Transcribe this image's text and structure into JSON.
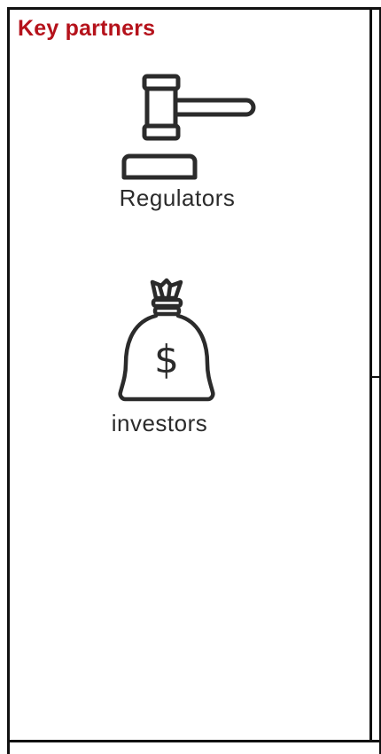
{
  "section": {
    "title": "Key partners",
    "title_color": "#b5121b"
  },
  "partners": [
    {
      "label": "Regulators",
      "icon": "gavel-icon"
    },
    {
      "label": "investors",
      "icon": "money-bag-icon"
    }
  ],
  "colors": {
    "border": "#111111",
    "icon_stroke": "#2b2b2b",
    "text": "#2b2b2b"
  }
}
